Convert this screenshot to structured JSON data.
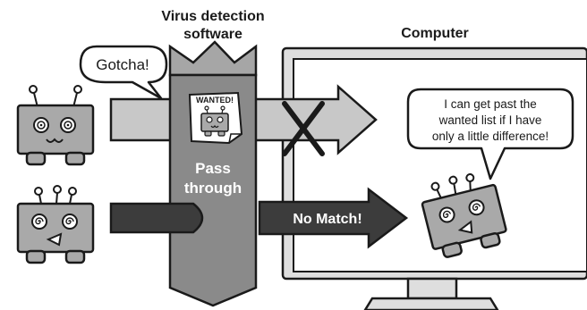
{
  "title": {
    "software_line1": "Virus detection",
    "software_line2": "software",
    "computer": "Computer"
  },
  "speech": {
    "gotcha": "Gotcha!",
    "virus_line1": "I can get past the",
    "virus_line2": "wanted list if I have",
    "virus_line3": "only a little difference!"
  },
  "wanted_poster": {
    "label": "WANTED!"
  },
  "labels": {
    "pass_line1": "Pass",
    "pass_line2": "through",
    "no_match": "No Match!"
  },
  "colors": {
    "background": "#ffffff",
    "outline": "#1a1a1a",
    "software_body": "#8a8a8a",
    "software_top": "#a6a6a6",
    "light_arrow": "#c8c8c8",
    "dark_arrow": "#3c3c3c",
    "robot_fill": "#a9a9a9",
    "monitor_bezel": "#dedede",
    "monitor_screen": "#ffffff",
    "cross": "#1a1a1a"
  },
  "icons": {
    "top_virus": "robot-virus-icon",
    "bottom_virus": "robot-virus-mutated-icon",
    "caught_virus": "robot-virus-icon",
    "computer_virus": "robot-virus-mutated-icon",
    "blocked": "cross-icon"
  }
}
